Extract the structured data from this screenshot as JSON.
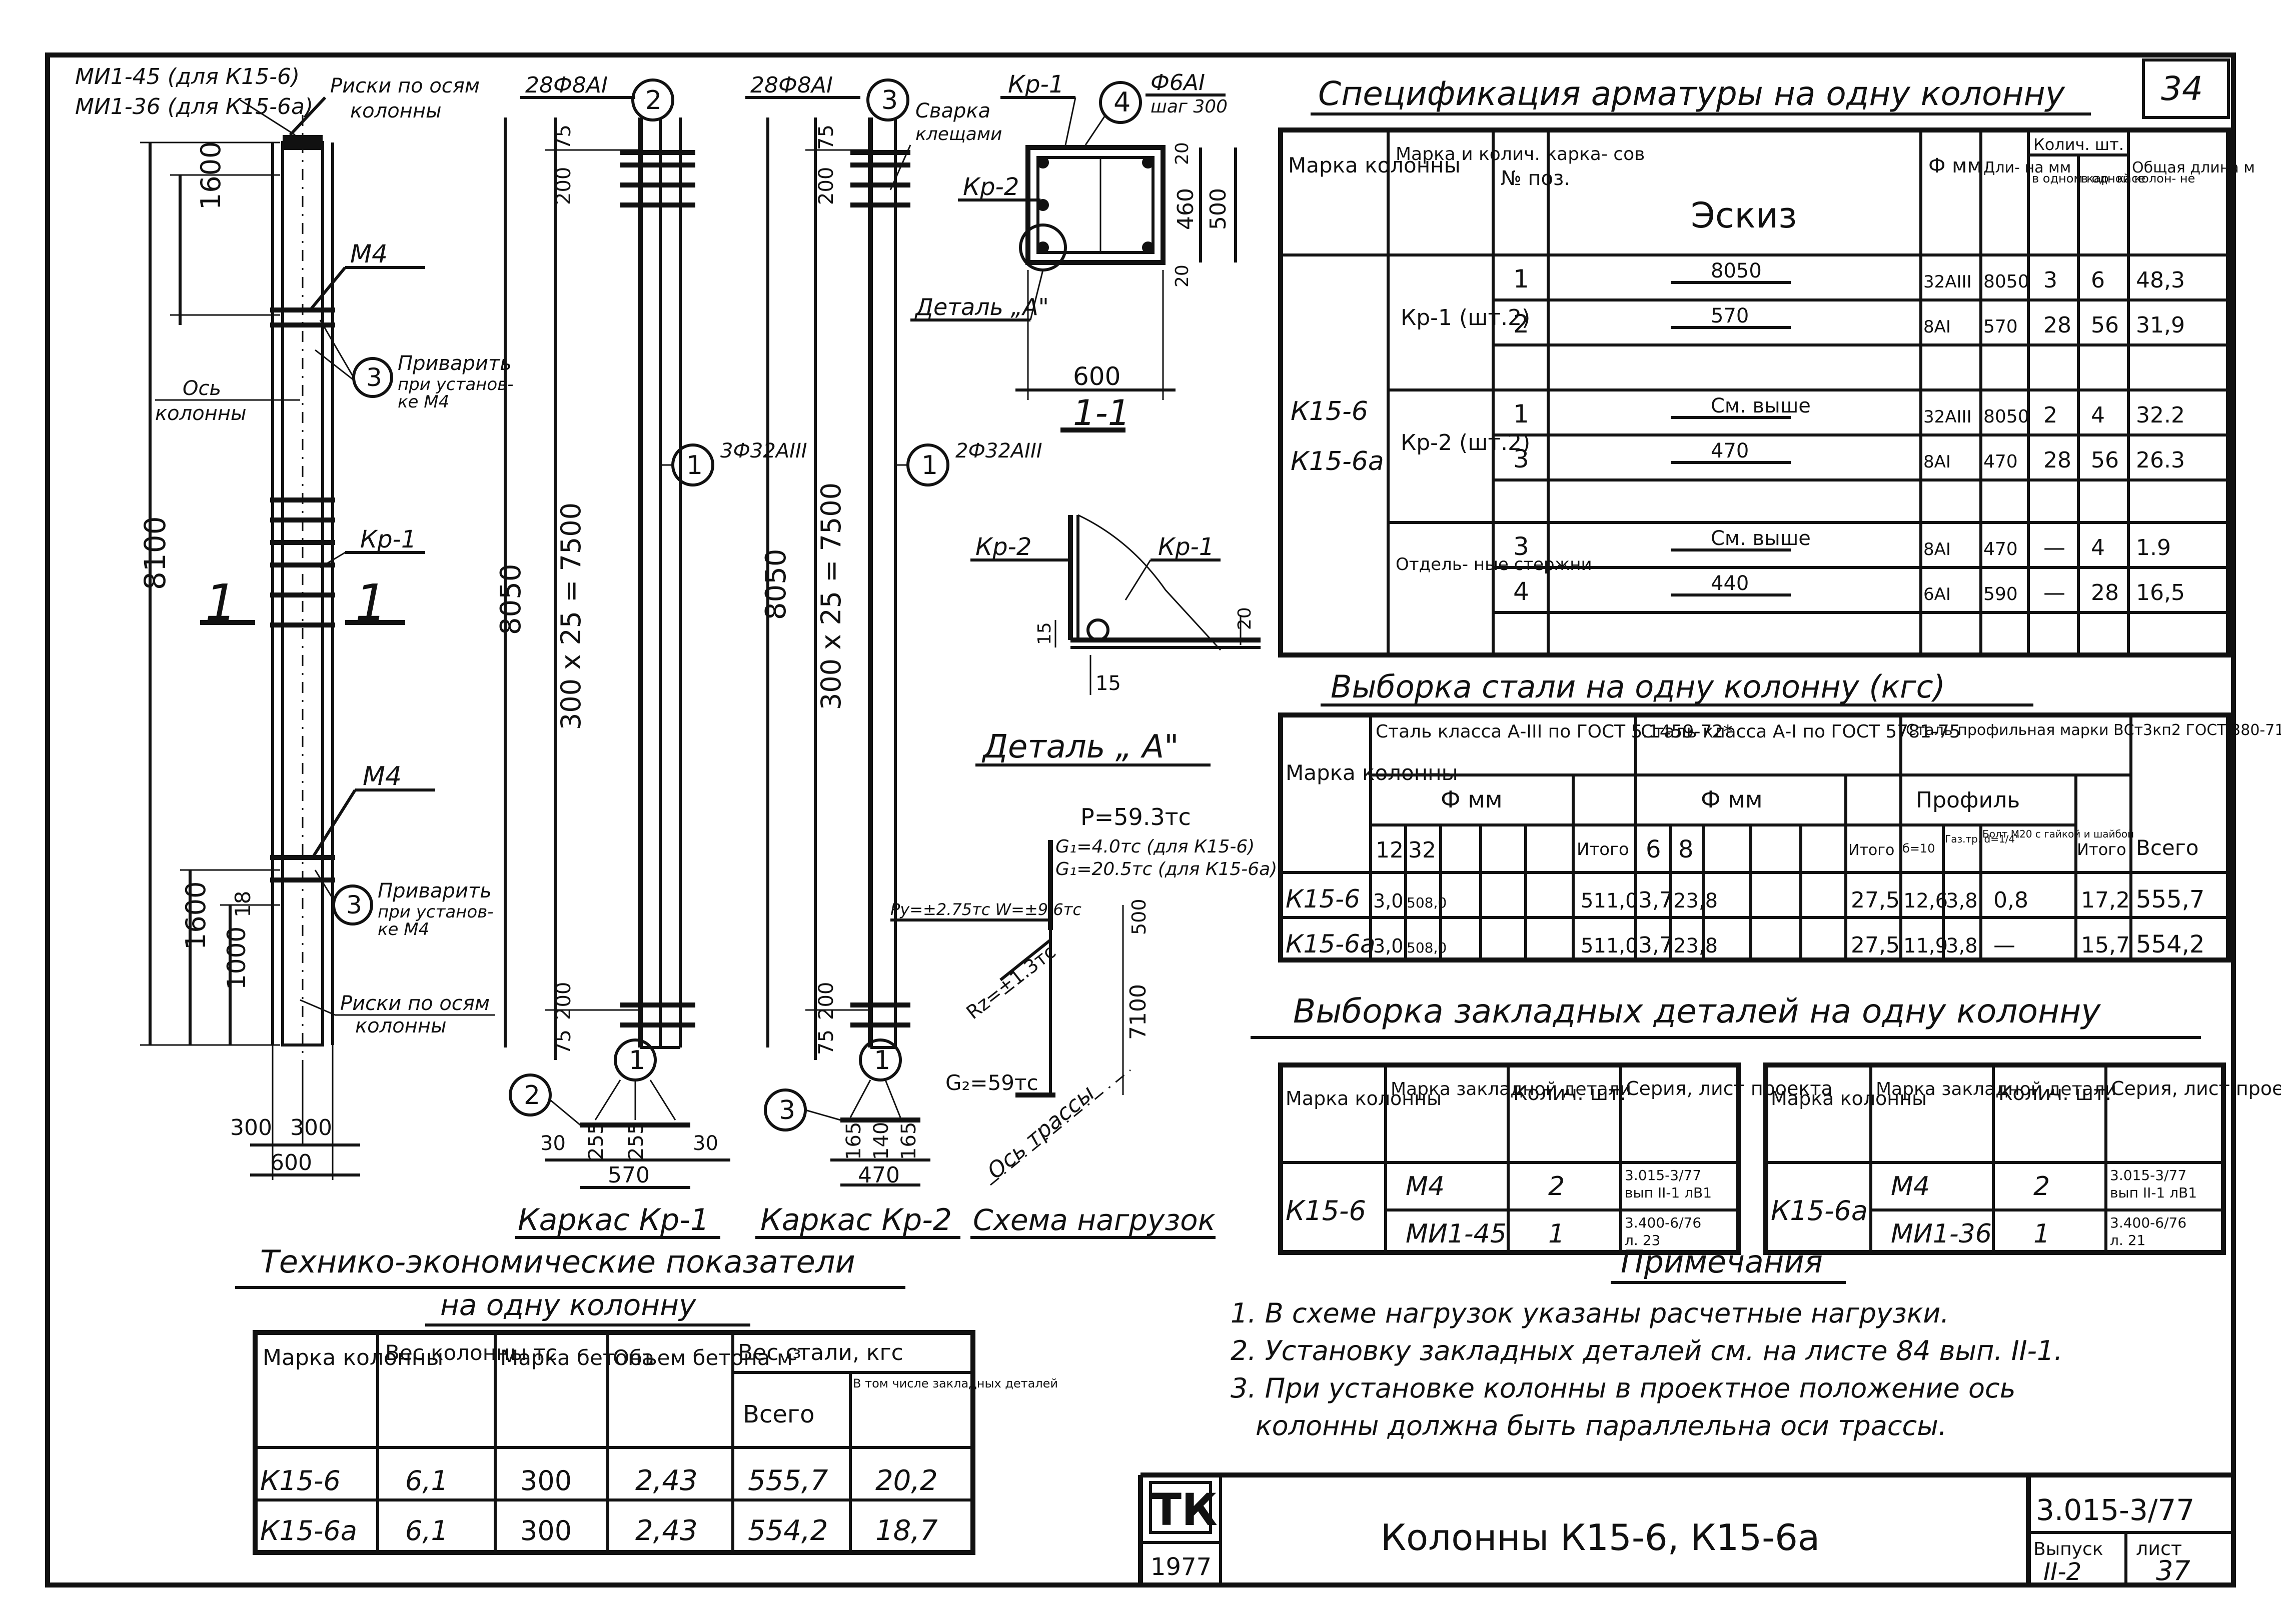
{
  "sheet": {
    "number_top": "34",
    "stamp": "ТК",
    "year": "1977",
    "title": "Колонны К15-6, К15-6а",
    "series": "3.015-3/77",
    "issue_label": "Выпуск",
    "issue": "II-2",
    "sheet_label": "лист",
    "sheet_no": "37"
  },
  "column_drawing": {
    "mi_labels": [
      "МИ1-45 (для К15-6)",
      "МИ1-36 (для К15-6а)"
    ],
    "marks_top": [
      "Риски по осям",
      "колонны"
    ],
    "marks_bottom": [
      "Риски по осям",
      "колонны"
    ],
    "axis_label": [
      "Ось",
      "колонны"
    ],
    "m4": "М4",
    "kr1": "Кр-1",
    "weld": [
      "Приварить",
      "при установ-",
      "ке М4"
    ],
    "weld2": [
      "Приварить",
      "при установ-",
      "ке М4"
    ],
    "pos3": "3",
    "section_mark": "1",
    "dims": {
      "d1600": "1600",
      "d8100": "8100",
      "d1600b": "1600",
      "d1000": "1000",
      "d18": "18",
      "d300a": "300",
      "d300b": "300",
      "d600": "600"
    }
  },
  "frame1": {
    "bar_top": "28Ф8АI",
    "pos_top": "2",
    "bar_side": "3Ф32АIII",
    "pos_side": "1",
    "pos_bottom": "1",
    "pos_bottom_left": "2",
    "dims": {
      "d75": "75",
      "d200": "200",
      "d8050": "8050",
      "d7500": "300 x 25 = 7500",
      "d200b": "200",
      "d75b": "75",
      "d30a": "30",
      "d255a": "255",
      "d255b": "255",
      "d30b": "30",
      "d570": "570"
    },
    "caption": "Каркас Кр-1"
  },
  "frame2": {
    "bar_top": "28Ф8АI",
    "pos_top": "3",
    "weld": [
      "Сварка",
      "клещами"
    ],
    "bar_side": "2Ф32АIII",
    "pos_side": "1",
    "pos_bottom": "1",
    "pos_bottom_left": "3",
    "dims": {
      "d75": "75",
      "d200": "200",
      "d8050": "8050",
      "d7500": "300 x 25 = 7500",
      "d200b": "200",
      "d75b": "75",
      "d165a": "165",
      "d140": "140",
      "d165b": "165",
      "d470": "470"
    },
    "caption": "Каркас Кр-2"
  },
  "section11": {
    "kr1": "Кр-1",
    "pos": "4",
    "bar": "Ф6АI",
    "step": "шаг 300",
    "kr2": "Кр-2",
    "detail": "Деталь „А\"",
    "dims": {
      "d20a": "20",
      "d460": "460",
      "d500": "500",
      "d20b": "20",
      "d600": "600"
    },
    "caption": "1-1"
  },
  "detailA": {
    "kr2": "Кр-2",
    "kr1": "Кр-1",
    "d15a": "15",
    "d15b": "15",
    "d20": "20",
    "caption": "Деталь „ А\""
  },
  "loads": {
    "p": "P=59.3тс",
    "g1a": "G₁=4.0тс (для К15-6)",
    "g1b": "G₁=20.5тс (для К15-6а)",
    "py": "Pу=±2.75тс W=±9.6тс",
    "d500": "500",
    "d7100": "7100",
    "rz": "Rz=±1.3тс",
    "g2": "G₂=59тс",
    "axis": "Ось трассы",
    "caption": "Схема нагрузок"
  },
  "spec": {
    "title": "Спецификация арматуры на одну колонну",
    "headers": [
      "Марка колонны",
      "Марка и колич. карка- сов",
      "№ поз.",
      "Эскиз",
      "Ф мм",
      "Дли- на мм",
      "Колич. шт.",
      "Общая длина м"
    ],
    "subheaders": [
      "в одном кар- касе",
      "в одной колон- не"
    ],
    "col_mark": [
      "К15-6",
      "К15-6а"
    ],
    "groups": [
      "Кр-1 (шт.2)",
      "Кр-2 (шт.2)",
      "Отдель- ные стержни"
    ],
    "rows": [
      {
        "pos": "1",
        "sketch": "8050",
        "d": "32АIII",
        "len": "8050",
        "n1": "3",
        "n2": "6",
        "total": "48,3"
      },
      {
        "pos": "2",
        "sketch": "570",
        "d": "8АI",
        "len": "570",
        "n1": "28",
        "n2": "56",
        "total": "31,9"
      },
      {
        "pos": "1",
        "sketch": "См. выше",
        "d": "32АIII",
        "len": "8050",
        "n1": "2",
        "n2": "4",
        "total": "32.2"
      },
      {
        "pos": "3",
        "sketch": "470",
        "d": "8АI",
        "len": "470",
        "n1": "28",
        "n2": "56",
        "total": "26.3"
      },
      {
        "pos": "3",
        "sketch": "См. выше",
        "d": "8АI",
        "len": "470",
        "n1": "—",
        "n2": "4",
        "total": "1.9"
      },
      {
        "pos": "4",
        "sketch": "440",
        "d": "6АI",
        "len": "590",
        "n1": "—",
        "n2": "28",
        "total": "16,5"
      }
    ]
  },
  "steel": {
    "title": "Выборка стали на одну колонну (кгс)",
    "h_mark": "Марка колонны",
    "h_a3": "Сталь класса А-III по ГОСТ 5.1459-72*",
    "h_a1": "Сталь класса А-I по ГОСТ 5781-75",
    "h_prof": "Сталь профильная марки ВСт3кп2 ГОСТ 380-71*",
    "h_dmm": "Ф мм",
    "h_total": "Итого",
    "h_profile": "Профиль",
    "h_all": "Всего",
    "a3_d": [
      "12",
      "32"
    ],
    "a1_d": [
      "6",
      "8"
    ],
    "prof_cols": [
      "б=10",
      "Газ.тр. d=1/4\"",
      "Болт М20 с гайкой и шайбой"
    ],
    "rows": [
      {
        "mark": "К15-6",
        "a12": "3,0",
        "a32": "508,0",
        "a_tot": "511,0",
        "b6": "3,7",
        "b8": "23,8",
        "b_tot": "27,5",
        "p1": "12,6",
        "p2": "3,8",
        "p3": "0,8",
        "p_tot": "17,2",
        "all": "555,7"
      },
      {
        "mark": "К15-6а",
        "a12": "3,0",
        "a32": "508,0",
        "a_tot": "511,0",
        "b6": "3,7",
        "b8": "23,8",
        "b_tot": "27,5",
        "p1": "11,9",
        "p2": "3,8",
        "p3": "—",
        "p_tot": "15,7",
        "all": "554,2"
      }
    ]
  },
  "embeds": {
    "title": "Выборка закладных деталей на одну колонну",
    "headers": [
      "Марка колонны",
      "Марка закладной детали",
      "Колич. шт.",
      "Серия, лист проекта"
    ],
    "left": {
      "mark": "К15-6",
      "rows": [
        {
          "item": "М4",
          "qty": "2",
          "ref": [
            "3.015-3/77",
            "вып II-1 лВ1"
          ]
        },
        {
          "item": "МИ1-45",
          "qty": "1",
          "ref": [
            "3.400-6/76",
            "л. 23"
          ]
        }
      ]
    },
    "right": {
      "mark": "К15-6а",
      "rows": [
        {
          "item": "М4",
          "qty": "2",
          "ref": [
            "3.015-3/77",
            "вып II-1 лВ1"
          ]
        },
        {
          "item": "МИ1-36",
          "qty": "1",
          "ref": [
            "3.400-6/76",
            "л. 21"
          ]
        }
      ]
    }
  },
  "notes": {
    "title": "Примечания",
    "items": [
      "1. В схеме нагрузок указаны расчетные нагрузки.",
      "2. Установку закладных деталей см. на листе 84 вып. II-1.",
      "3. При установке колонны в проектное положение ось",
      "колонны должна быть параллельна оси трассы."
    ]
  },
  "tei": {
    "title1": "Технико-экономические показатели",
    "title2": "на одну колонну",
    "headers": [
      "Марка колонны",
      "Вес колонны тс",
      "Марка бетона",
      "Объем бетона м³",
      "Вес стали, кгс"
    ],
    "sub": [
      "Всего",
      "В том числе закладных деталей"
    ],
    "rows": [
      {
        "mark": "К15-6",
        "weight": "6,1",
        "concrete": "300",
        "vol": "2,43",
        "steel": "555,7",
        "emb": "20,2"
      },
      {
        "mark": "К15-6а",
        "weight": "6,1",
        "concrete": "300",
        "vol": "2,43",
        "steel": "554,2",
        "emb": "18,7"
      }
    ]
  }
}
